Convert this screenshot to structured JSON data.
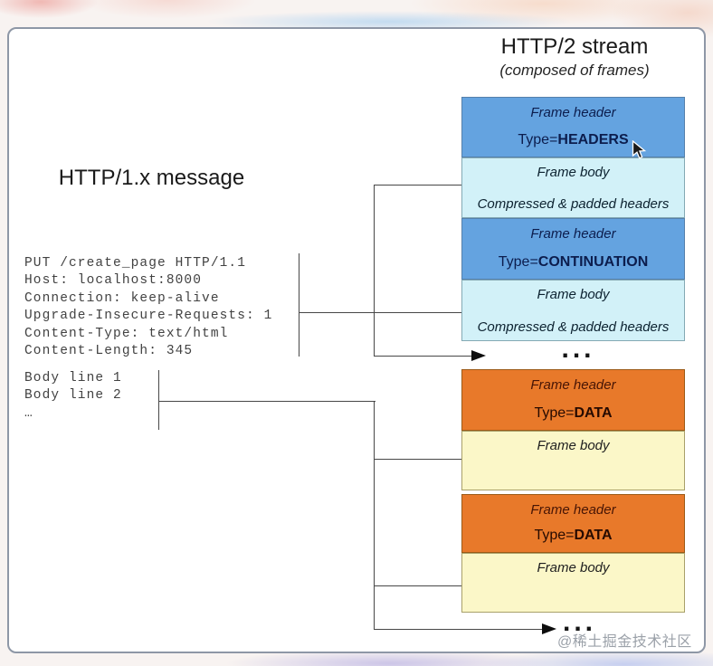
{
  "header": {
    "title": "HTTP/2 stream",
    "subtitle": "(composed of frames)"
  },
  "http1": {
    "title": "HTTP/1.x message",
    "request_lines": [
      "PUT /create_page HTTP/1.1",
      "Host: localhost:8000",
      "Connection: keep-alive",
      "Upgrade-Insecure-Requests: 1",
      "Content-Type: text/html",
      "Content-Length: 345"
    ],
    "body_lines": [
      "Body line 1",
      "Body line 2",
      "…"
    ]
  },
  "frames": [
    {
      "header_label": "Frame header",
      "type_prefix": "Type=",
      "type_value": "HEADERS",
      "body_label": "Frame body",
      "body_note": "Compressed & padded headers"
    },
    {
      "header_label": "Frame header",
      "type_prefix": "Type=",
      "type_value": "CONTINUATION",
      "body_label": "Frame body",
      "body_note": "Compressed & padded headers"
    },
    {
      "header_label": "Frame header",
      "type_prefix": "Type=",
      "type_value": "DATA",
      "body_label": "Frame body"
    },
    {
      "header_label": "Frame header",
      "type_prefix": "Type=",
      "type_value": "DATA",
      "body_label": "Frame body"
    }
  ],
  "ellipsis_mid": "...",
  "ellipsis_bottom": "...",
  "watermark": "@稀土掘金技术社区",
  "colors": {
    "frame_header_blue": "#64a3e0",
    "frame_body_cyan": "#d2f1f8",
    "frame_header_orange": "#e8792a",
    "frame_body_yellow": "#fbf7c8",
    "panel_border": "#8e97a6"
  }
}
